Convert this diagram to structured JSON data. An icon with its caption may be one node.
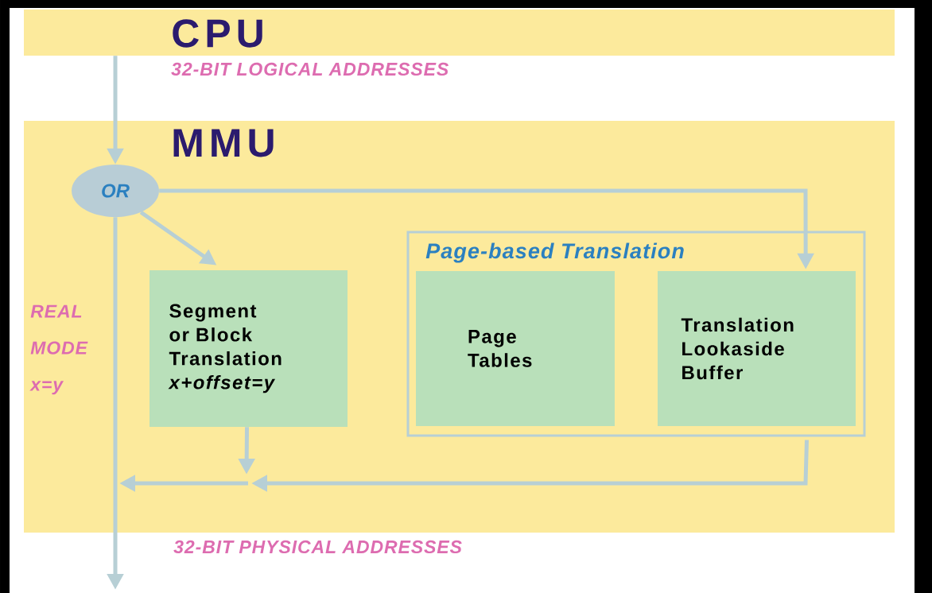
{
  "diagram": {
    "nodes": [
      {
        "text": [
          "CPU"
        ]
      },
      {
        "text": [
          "MMU"
        ]
      },
      {
        "text": [
          "OR"
        ],
        "in": 1
      },
      {
        "text": [
          "Segment or Block Translation",
          "x+offset=y"
        ],
        "in": 1
      },
      {
        "text": [
          "Page-based Translation"
        ],
        "in": 1
      },
      {
        "text": [
          "Page Tables"
        ],
        "in": 4
      },
      {
        "text": [
          "Translation Lookaside Buffer"
        ],
        "in": 4
      }
    ],
    "edges": [
      {
        "from": 0,
        "to": 2,
        "arrow": "to"
      },
      {
        "from": 2,
        "to": 3,
        "arrow": "to"
      },
      {
        "from": 2,
        "to": 6,
        "arrow": "to"
      },
      {
        "from": 2,
        "to": null,
        "arrow": "to"
      },
      {
        "from": 3,
        "to": null,
        "arrow": "to"
      },
      {
        "from": 4,
        "to": null,
        "arrow": "to"
      }
    ],
    "labels": [
      "32-BIT LOGICAL ADDRESSES",
      "REAL MODE x=y",
      "32-BIT PHYSICAL ADDRESSES"
    ]
  }
}
